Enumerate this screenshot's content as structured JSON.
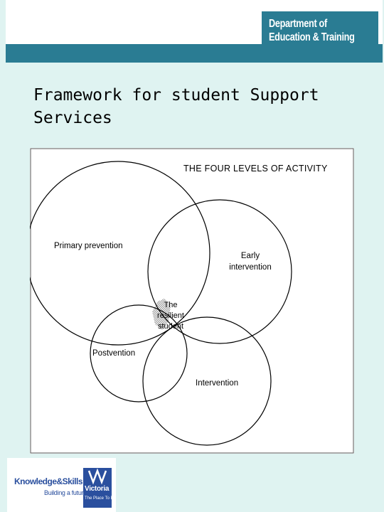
{
  "header": {
    "department_line1": "Department of",
    "department_line2": "Education & Training"
  },
  "slide": {
    "title": "Framework for student Support Services"
  },
  "diagram": {
    "title": "THE FOUR LEVELS OF ACTIVITY",
    "labels": {
      "primary": "Primary prevention",
      "early": "Early\nintervention",
      "center": "The\nresilient\nstudent",
      "postvention": "Postvention",
      "intervention": "Intervention"
    }
  },
  "footer": {
    "knowledge_skills": "Knowledge&Skills",
    "knowledge_sub": "Building a future",
    "victoria": "Victoria",
    "victoria_sub": "The Place To Be"
  },
  "colors": {
    "header_teal": "#2a7c93",
    "background": "#dff3f1",
    "logo_blue": "#2a4f9e"
  }
}
